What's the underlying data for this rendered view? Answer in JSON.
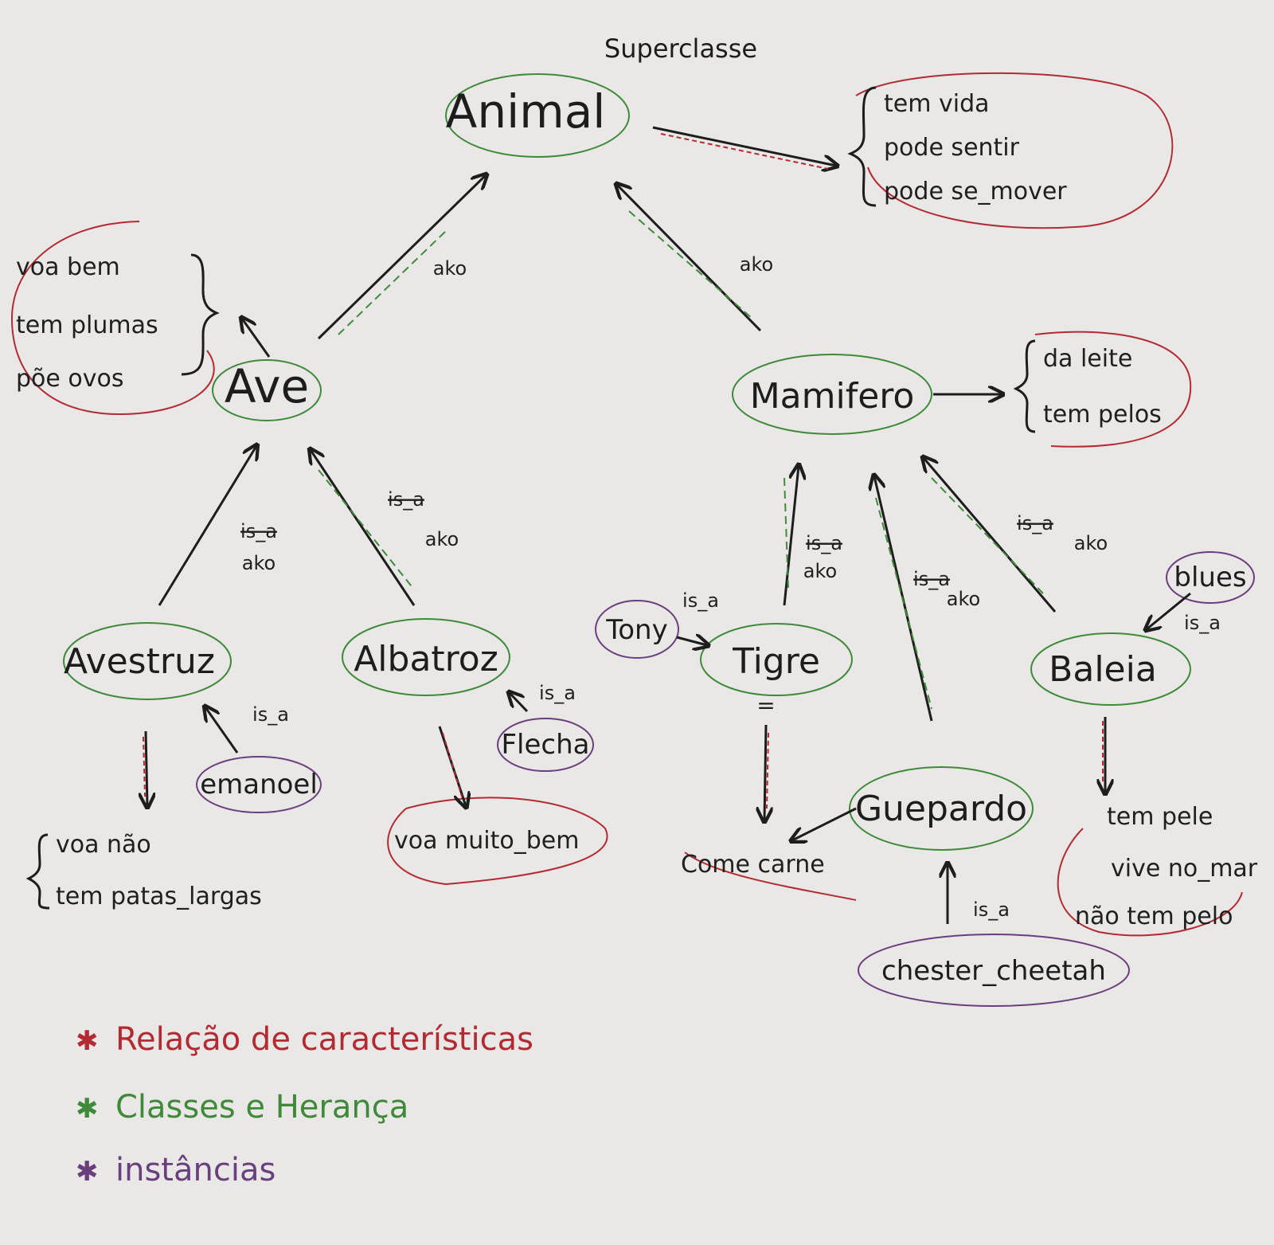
{
  "title": "Superclasse",
  "colors": {
    "paper": "#e9e8e6",
    "ink": "#1d1d1d",
    "characteristics": "#b32a33",
    "classes": "#3f8a3a",
    "instances": "#6a3f7d"
  },
  "nodes": {
    "animal": "Animal",
    "ave": "Ave",
    "mamifero": "Mamifero",
    "avestruz": "Avestruz",
    "albatroz": "Albatroz",
    "tigre": "Tigre",
    "baleia": "Baleia",
    "guepardo": "Guepardo"
  },
  "instances": {
    "tony": "Tony",
    "blues": "blues",
    "emanoel": "emanoel",
    "flecha": "Flecha",
    "chester": "chester_cheetah"
  },
  "relations": {
    "ako": "ako",
    "is_a": "is_a"
  },
  "attributes": {
    "animal": [
      "tem vida",
      "pode sentir",
      "pode se_mover"
    ],
    "ave": [
      "voa bem",
      "tem plumas",
      "põe ovos"
    ],
    "mamifero": [
      "da leite",
      "tem pelos"
    ],
    "avestruz": [
      "voa não",
      "tem patas_largas"
    ],
    "albatroz": [
      "voa muito_bem"
    ],
    "carnivoros": [
      "Come carne"
    ],
    "baleia": [
      "tem pele",
      "vive no_mar",
      "não tem pelo"
    ]
  },
  "legend": [
    {
      "label": "Relação de características",
      "color": "#b32a33"
    },
    {
      "label": "Classes e Herança",
      "color": "#3f8a3a"
    },
    {
      "label": "instâncias",
      "color": "#6a3f7d"
    }
  ]
}
